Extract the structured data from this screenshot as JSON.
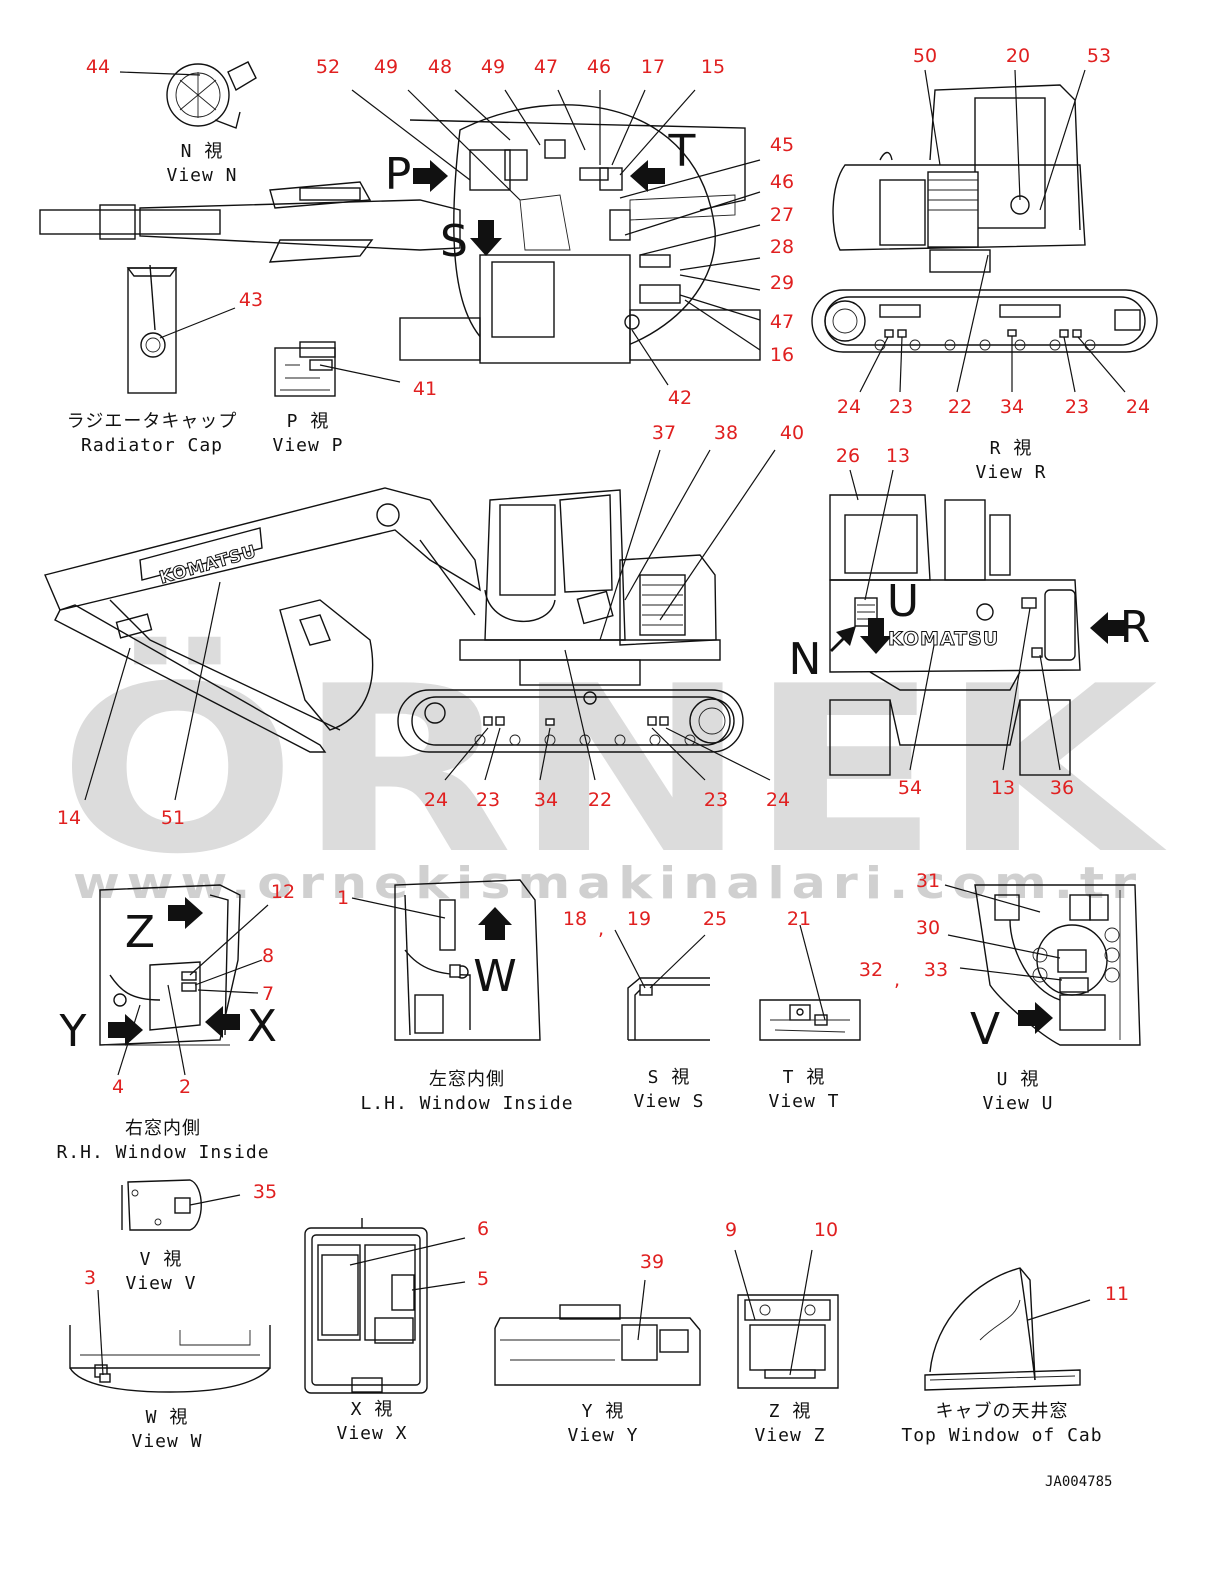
{
  "watermark": {
    "brand": "ÖRNEK",
    "url": "www.ornekismakinalari.com.tr"
  },
  "drawing_code": "JA004785",
  "colors": {
    "callout": "#e02020",
    "line": "#111111",
    "watermark": "#dcdcdc"
  },
  "captions": {
    "view_n": {
      "jp": "N 視",
      "en": "View N"
    },
    "radiator": {
      "jp": "ラジエータキャップ",
      "en": "Radiator Cap"
    },
    "view_p": {
      "jp": "P 視",
      "en": "View P"
    },
    "view_r": {
      "jp": "R 視",
      "en": "View R"
    },
    "rh_window": {
      "jp": "右窓内側",
      "en": "R.H. Window Inside"
    },
    "lh_window": {
      "jp": "左窓内側",
      "en": "L.H. Window Inside"
    },
    "view_s": {
      "jp": "S 視",
      "en": "View S"
    },
    "view_t": {
      "jp": "T 視",
      "en": "View T"
    },
    "view_u": {
      "jp": "U 視",
      "en": "View U"
    },
    "view_v": {
      "jp": "V 視",
      "en": "View V"
    },
    "view_w": {
      "jp": "W 視",
      "en": "View W"
    },
    "view_x": {
      "jp": "X 視",
      "en": "View X"
    },
    "view_y": {
      "jp": "Y 視",
      "en": "View Y"
    },
    "view_z": {
      "jp": "Z 視",
      "en": "View Z"
    },
    "top_window": {
      "jp": "キャブの天井窓",
      "en": "Top Window of Cab"
    }
  },
  "view_letters": {
    "P": "P",
    "T": "T",
    "S": "S",
    "U": "U",
    "N": "N",
    "R": "R",
    "Z": "Z",
    "Y": "Y",
    "X": "X",
    "W": "W",
    "V": "V"
  },
  "brand_decal": "KOMATSU",
  "callouts": {
    "c44": "44",
    "c52": "52",
    "c49a": "49",
    "c48": "48",
    "c49b": "49",
    "c47a": "47",
    "c46a": "46",
    "c17": "17",
    "c15": "15",
    "c45": "45",
    "c46b": "46",
    "c27": "27",
    "c28": "28",
    "c29": "29",
    "c47b": "47",
    "c16": "16",
    "c42": "42",
    "c43": "43",
    "c41": "41",
    "c50": "50",
    "c20": "20",
    "c53": "53",
    "c24a": "24",
    "c23a": "23",
    "c22a": "22",
    "c34a": "34",
    "c23b": "23",
    "c24b": "24",
    "c37": "37",
    "c38": "38",
    "c40": "40",
    "c26": "26",
    "c13a": "13",
    "c14": "14",
    "c51": "51",
    "c24c": "24",
    "c23c": "23",
    "c34b": "34",
    "c22b": "22",
    "c23d": "23",
    "c24d": "24",
    "c54": "54",
    "c13b": "13",
    "c36": "36",
    "c12": "12",
    "c8": "8",
    "c7": "7",
    "c4": "4",
    "c2": "2",
    "c1": "1",
    "c18": "18",
    "c19": "19",
    "c25": "25",
    "c21": "21",
    "c31": "31",
    "c30": "30",
    "c32": "32",
    "c33": "33",
    "c35": "35",
    "c3": "3",
    "c6": "6",
    "c5": "5",
    "c39": "39",
    "c9": "9",
    "c10": "10",
    "c11": "11",
    "comma1": ",",
    "comma2": ","
  }
}
